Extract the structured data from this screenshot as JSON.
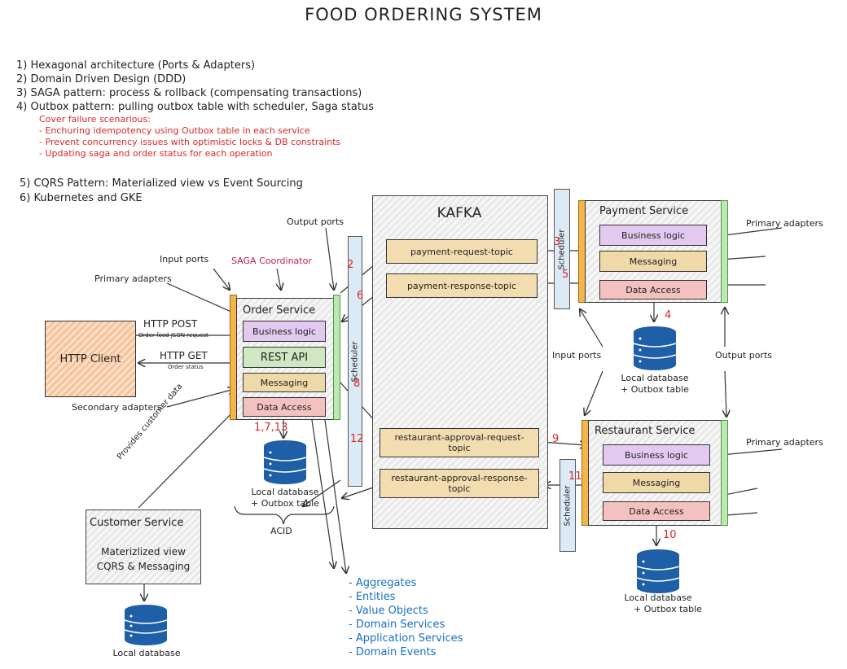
{
  "title": "FOOD ORDERING SYSTEM",
  "principles": [
    "1) Hexagonal architecture (Ports & Adapters)",
    "2) Domain Driven Design (DDD)",
    "3) SAGA pattern: process & rollback (compensating transactions)",
    "4) Outbox pattern: pulling outbox table with scheduler, Saga status"
  ],
  "failure": [
    "Cover failure scenarious:",
    "- Enchuring idempotency using Outbox table in each service",
    "- Prevent concurrency issues with optimistic locks & DB constraints",
    "- Updating saga and order status for each operation"
  ],
  "principles2": [
    "5) CQRS Pattern: Materialized view vs Event Sourcing",
    "6) Kubernetes and GKE"
  ],
  "kafka": {
    "title": "KAFKA",
    "topics": [
      "payment-request-topic",
      "payment-response-topic",
      "restaurant-approval-request-topic",
      "restaurant-approval-response-topic"
    ]
  },
  "order_service": {
    "title": "Order Service",
    "business": "Business logic",
    "rest": "REST API",
    "messaging": "Messaging",
    "data": "Data Access"
  },
  "payment_service": {
    "title": "Payment Service",
    "business": "Business logic",
    "messaging": "Messaging",
    "data": "Data Access"
  },
  "restaurant_service": {
    "title": "Restaurant Service",
    "business": "Business logic",
    "messaging": "Messaging",
    "data": "Data Access"
  },
  "scheduler": "Scheduler",
  "http_client": "HTTP Client",
  "http_post": "HTTP POST",
  "http_post_sub": "Order food JSON request",
  "http_get": "HTTP GET",
  "http_get_sub": "Order status",
  "labels": {
    "input_ports": "Input ports",
    "output_ports": "Output ports",
    "saga": "SAGA Coordinator",
    "primary_adapters": "Primary adapters",
    "secondary_adapters": "Secondary adapters",
    "provides": "Provides customer data",
    "acid": "ACID"
  },
  "customer_service": {
    "title": "Customer Service",
    "body1": "Materizlized view",
    "body2": "CQRS & Messaging"
  },
  "db": {
    "local_outbox1": "Local database",
    "outbox": "+ Outbox table",
    "local": "Local database"
  },
  "numbers": {
    "n2": "2",
    "n3": "3",
    "n4": "4",
    "n5": "5",
    "n6": "6",
    "n8": "8",
    "n9": "9",
    "n10": "10",
    "n11": "11",
    "n12": "12",
    "n1713": "1,7,13"
  },
  "ddd_items": [
    "- Aggregates",
    "- Entities",
    "- Value Objects",
    "- Domain Services",
    "- Application Services",
    "- Domain Events"
  ]
}
